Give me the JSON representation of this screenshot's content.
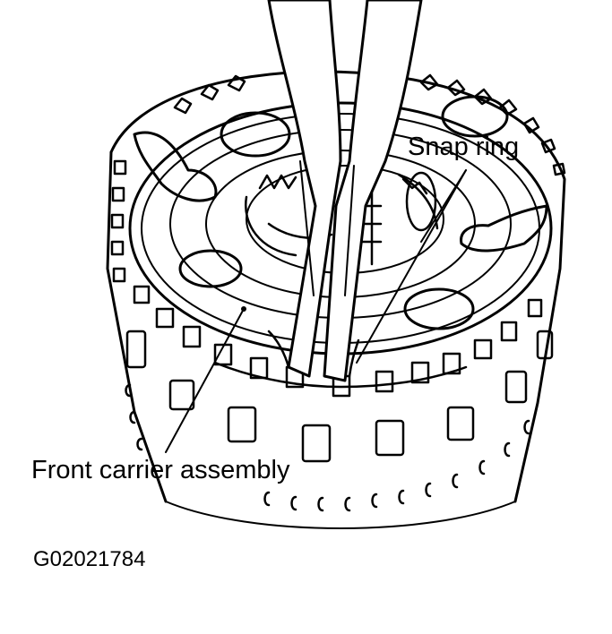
{
  "labels": {
    "snap_ring": "Snap ring",
    "front_carrier": "Front carrier assembly",
    "figure_code": "G02021784"
  }
}
